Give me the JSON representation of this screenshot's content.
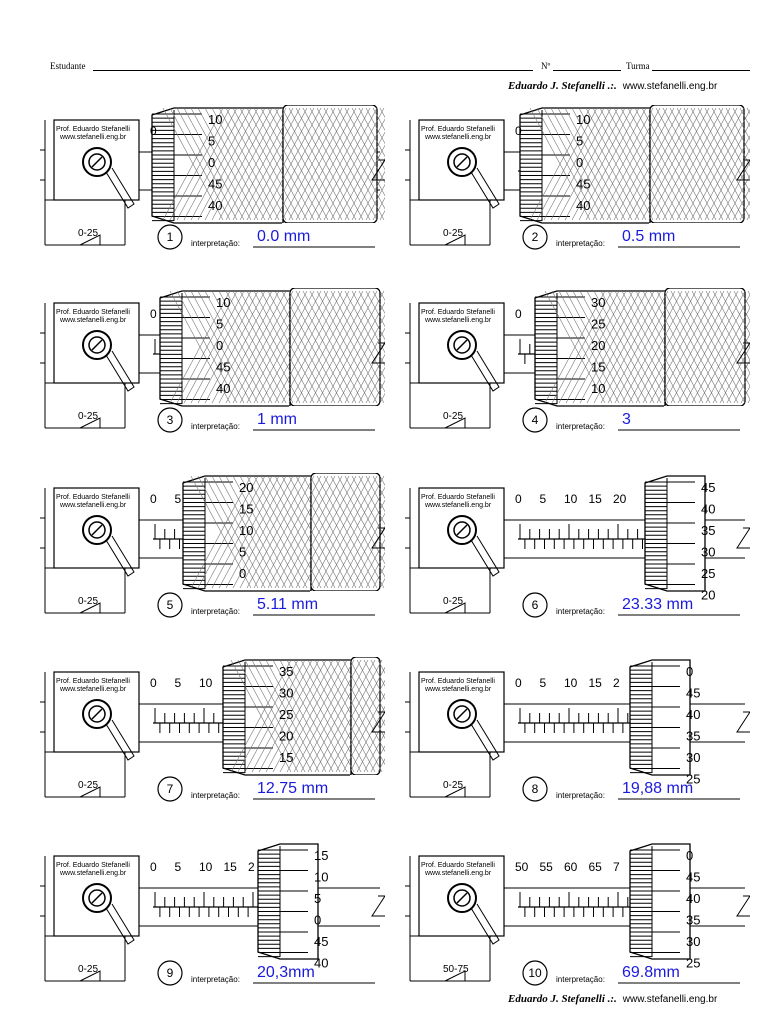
{
  "header": {
    "student_label": "Estudante",
    "number_label": "Nº",
    "class_label": "Turma",
    "author_signature": "Eduardo J. Stefanelli .:.",
    "author_site": "www.stefanelli.eng.br"
  },
  "footer": {
    "author_signature": "Eduardo J. Stefanelli .:.",
    "author_site": "www.stefanelli.eng.br"
  },
  "frame_label_line1": "Prof. Eduardo Stefanelli",
  "frame_label_line2": "www.stefanelli.eng.br",
  "interpretation_label": "interpretação:",
  "exercises": [
    {
      "number": "1",
      "range": "0-25",
      "answer": "0.0 mm",
      "sleeve_numbers": [
        "0"
      ],
      "thimble_numbers": [
        "10",
        "5",
        "0",
        "45",
        "40"
      ]
    },
    {
      "number": "2",
      "range": "0-25",
      "answer": "0.5 mm",
      "sleeve_numbers": [
        "0"
      ],
      "thimble_numbers": [
        "10",
        "5",
        "0",
        "45",
        "40"
      ]
    },
    {
      "number": "3",
      "range": "0-25",
      "answer": "1 mm",
      "sleeve_numbers": [
        "0"
      ],
      "thimble_numbers": [
        "10",
        "5",
        "0",
        "45",
        "40"
      ]
    },
    {
      "number": "4",
      "range": "0-25",
      "answer": "3",
      "sleeve_numbers": [
        "0"
      ],
      "thimble_numbers": [
        "30",
        "25",
        "20",
        "15",
        "10"
      ]
    },
    {
      "number": "5",
      "range": "0-25",
      "answer": "5.11 mm",
      "sleeve_numbers": [
        "0",
        "5"
      ],
      "thimble_numbers": [
        "20",
        "15",
        "10",
        "5",
        "0"
      ]
    },
    {
      "number": "6",
      "range": "0-25",
      "answer": "23.33 mm",
      "sleeve_numbers": [
        "0",
        "5",
        "10",
        "15",
        "20"
      ],
      "thimble_numbers": [
        "45",
        "40",
        "35",
        "30",
        "25",
        "20"
      ]
    },
    {
      "number": "7",
      "range": "0-25",
      "answer": "12.75 mm",
      "sleeve_numbers": [
        "0",
        "5",
        "10"
      ],
      "thimble_numbers": [
        "35",
        "30",
        "25",
        "20",
        "15"
      ]
    },
    {
      "number": "8",
      "range": "0-25",
      "answer": "19,88 mm",
      "sleeve_numbers": [
        "0",
        "5",
        "10",
        "15",
        "2"
      ],
      "thimble_numbers": [
        "0",
        "45",
        "40",
        "35",
        "30",
        "25"
      ]
    },
    {
      "number": "9",
      "range": "0-25",
      "answer": "20,3mm",
      "sleeve_numbers": [
        "0",
        "5",
        "10",
        "15",
        "2"
      ],
      "thimble_numbers": [
        "15",
        "10",
        "5",
        "0",
        "45",
        "40"
      ]
    },
    {
      "number": "10",
      "range": "50-75",
      "answer": "69.8mm",
      "sleeve_numbers": [
        "50",
        "55",
        "60",
        "65",
        "7"
      ],
      "thimble_numbers": [
        "0",
        "45",
        "40",
        "35",
        "30",
        "25"
      ]
    }
  ],
  "colors": {
    "answer": "#1a1adc",
    "ink": "#000000"
  }
}
